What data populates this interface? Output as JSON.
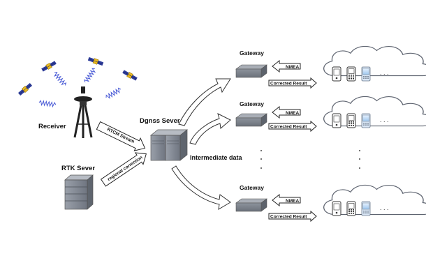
{
  "labels": {
    "receiver": "Receiver",
    "rtk_server": "RTK Sever",
    "dgnss_server": "Dgnss Sever",
    "intermediate_data": "Intermediate data",
    "rtcm_stream": "RTCM Stream",
    "regional_correction": "regional correction"
  },
  "gateways": [
    {
      "label": "Gateway",
      "nmea": "NMEA",
      "corrected": "Corrected Result",
      "device_dots": ". . ."
    },
    {
      "label": "Gateway",
      "nmea": "NMEA",
      "corrected": "Corrected Result",
      "device_dots": ". . ."
    },
    {
      "label": "Gateway",
      "nmea": "NMEA",
      "corrected": "Corrected Result",
      "device_dots": ". . ."
    }
  ],
  "colors": {
    "accent_satellite": "#e8b820",
    "signal_wave": "#4a5bd6",
    "server_gray": "#8a8f99",
    "gateway_gray": "#6e7580"
  }
}
